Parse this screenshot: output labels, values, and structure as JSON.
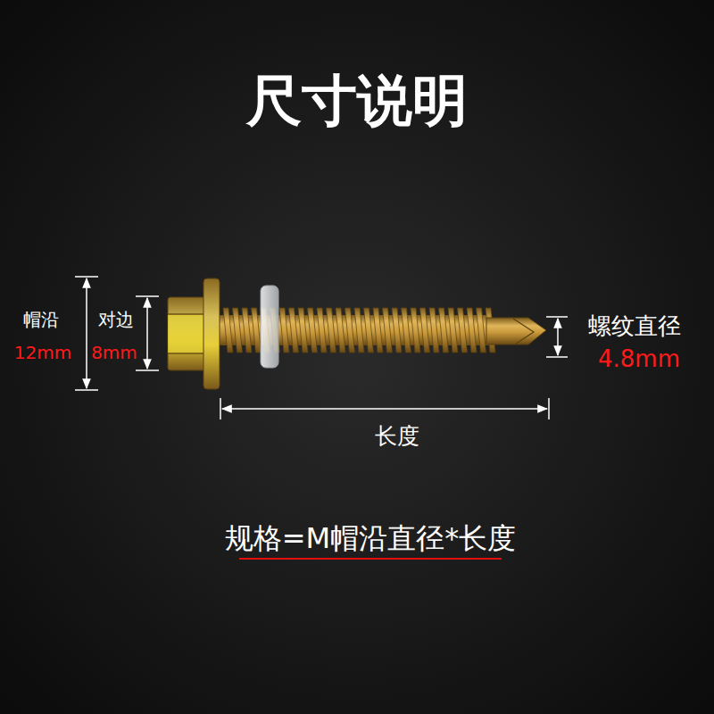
{
  "diagram": {
    "title": "尺寸说明",
    "caption": "规格=M帽沿直径*长度",
    "labels": [
      "帽沿",
      "12mm",
      "对边",
      "8mm",
      "螺纹直径",
      "4.8mm",
      "长度"
    ]
  }
}
